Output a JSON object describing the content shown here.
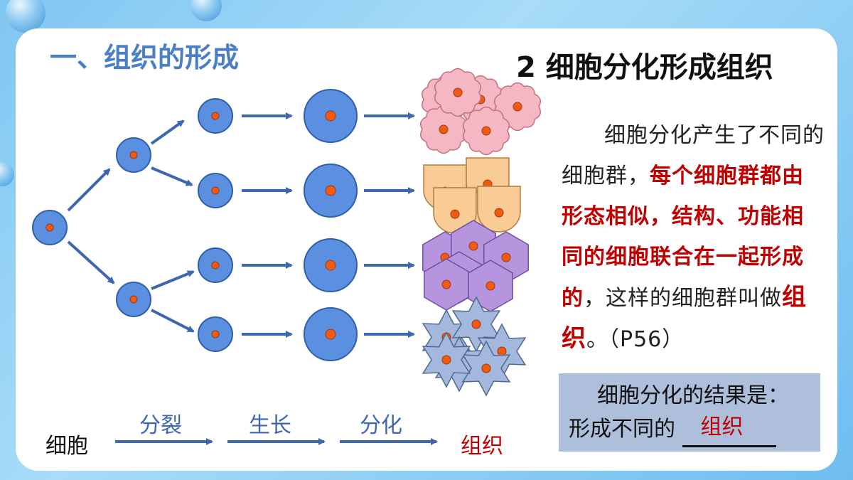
{
  "title": "一、组织的形成",
  "subtitle": "2 细胞分化形成组织",
  "paragraph": {
    "p1": "细胞分化产生了不同的细胞群，",
    "emph": "每个细胞群都由形态相似，结构、功能相同的细胞联合在一起形成的",
    "p2": "，这样的细胞群叫做",
    "term": "组织",
    "p3": "。（P56）"
  },
  "result": {
    "line1": "细胞分化的结果是：",
    "line2": "形成不同的",
    "answer": "组织"
  },
  "flow": {
    "start": "细胞",
    "step1": "分裂",
    "step2": "生长",
    "step3": "分化",
    "end": "组织"
  },
  "colors": {
    "cell_fill": "#5b8fe0",
    "cell_stroke": "#2f5fa8",
    "nucleus": "#f25a12",
    "arrow": "#3d68b0",
    "tissue_pink": "#f6b7c5",
    "tissue_orange": "#f8cc94",
    "tissue_purple": "#b794de",
    "tissue_blue": "#a3b8dc",
    "accent_red": "#c00000",
    "title_blue": "#4a7fc6"
  }
}
